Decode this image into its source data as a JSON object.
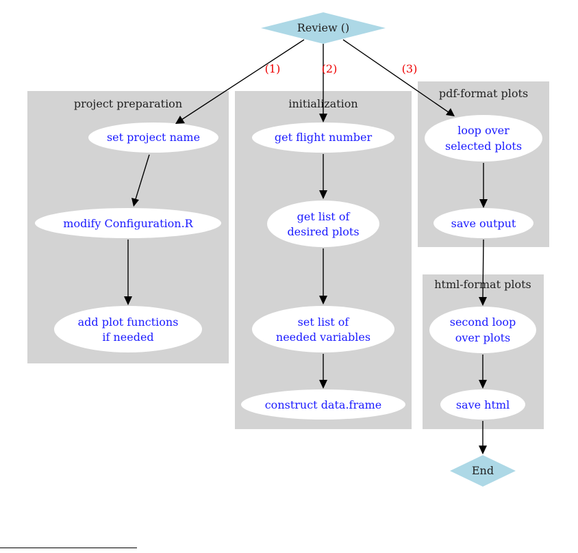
{
  "colors": {
    "cluster_fill": "#d3d3d3",
    "terminal_fill": "#add8e6",
    "node_text": "#1a1aff",
    "edge_label": "#ee0000"
  },
  "start": {
    "label": "Review ()"
  },
  "end": {
    "label": "End"
  },
  "clusters": {
    "project_preparation": {
      "title": "project preparation",
      "nodes": [
        [
          "set project name"
        ],
        [
          "modify Configuration.R"
        ],
        [
          "add plot functions",
          "if needed"
        ]
      ]
    },
    "initialization": {
      "title": "initialization",
      "nodes": [
        [
          "get flight number"
        ],
        [
          "get list of",
          "desired plots"
        ],
        [
          "set list of",
          "needed variables"
        ],
        [
          "construct data.frame"
        ]
      ]
    },
    "pdf_plots": {
      "title": "pdf-format plots",
      "nodes": [
        [
          "loop over",
          "selected plots"
        ],
        [
          "save output"
        ]
      ]
    },
    "html_plots": {
      "title": "html-format plots",
      "nodes": [
        [
          "second loop",
          "over plots"
        ],
        [
          "save html"
        ]
      ]
    }
  },
  "edge_labels": [
    "(1)",
    "(2)",
    "(3)"
  ]
}
